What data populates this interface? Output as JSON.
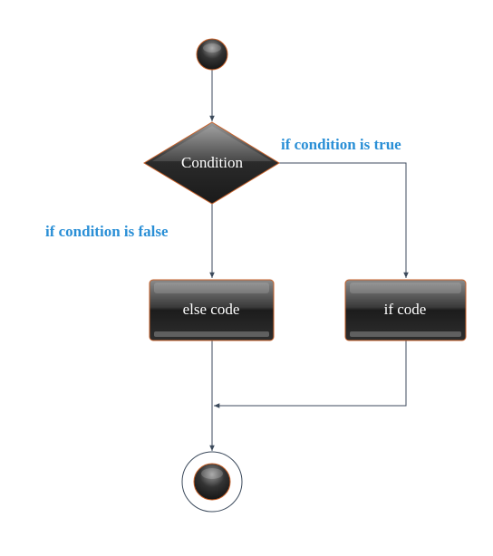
{
  "diagram": {
    "type": "flowchart",
    "nodes": {
      "start": {
        "kind": "initial-node"
      },
      "condition": {
        "kind": "decision",
        "label": "Condition"
      },
      "else_block": {
        "kind": "action",
        "label": "else code"
      },
      "if_block": {
        "kind": "action",
        "label": "if code"
      },
      "end": {
        "kind": "final-node"
      }
    },
    "edges": {
      "true_branch": {
        "from": "condition",
        "to": "if_block",
        "label": "if condition is true"
      },
      "false_branch": {
        "from": "condition",
        "to": "else_block",
        "label": "if condition is false"
      }
    },
    "colors": {
      "node_fill_dark": "#1a1a1a",
      "node_fill_light": "#6a6a6a",
      "node_border": "#c8622a",
      "connector": "#3c4a5c",
      "edge_label": "#2a8fd6"
    }
  }
}
